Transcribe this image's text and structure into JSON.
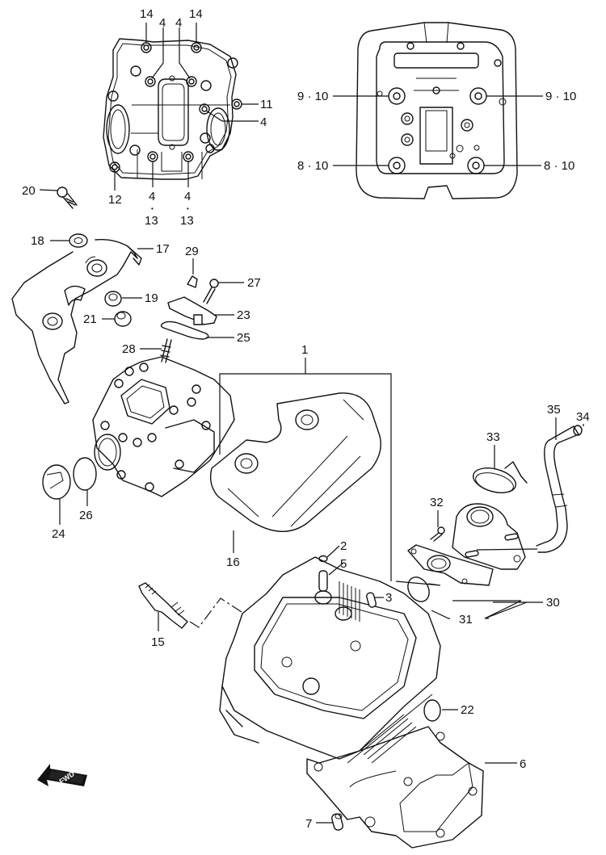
{
  "diagram": {
    "type": "exploded-parts-diagram",
    "subject": "Cylinder head assembly",
    "orientation_marker": {
      "icon": "fwd-arrow-icon",
      "label": "FWD"
    },
    "inset_top_left": {
      "description": "Cylinder head bolt-hole layout (top view)",
      "callouts": [
        "14",
        "14",
        "4",
        "4",
        "11",
        "4",
        "12",
        "4",
        "13",
        "4",
        "13"
      ]
    },
    "inset_top_right": {
      "description": "Cylinder head bolt positions (underside view)",
      "callouts": [
        "9 · 10",
        "9 · 10",
        "8 · 10",
        "8 · 10"
      ]
    },
    "callouts": {
      "c1": "1",
      "c2": "2",
      "c3": "3",
      "c4a": "4",
      "c4b": "4",
      "c4c": "4",
      "c4d": "4",
      "c4e": "4",
      "c5": "5",
      "c6": "6",
      "c7": "7",
      "c8a": "8 · 10",
      "c8b": "8 · 10",
      "c9a": "9 · 10",
      "c9b": "9 · 10",
      "c11": "11",
      "c12": "12",
      "c13a": "13",
      "c13b": "13",
      "c14a": "14",
      "c14b": "14",
      "c15": "15",
      "c16": "16",
      "c17": "17",
      "c18": "18",
      "c19": "19",
      "c20": "20",
      "c21": "21",
      "c22": "22",
      "c23": "23",
      "c24": "24",
      "c25": "25",
      "c26": "26",
      "c27": "27",
      "c28": "28",
      "c29": "29",
      "c30": "30",
      "c31": "31",
      "c32": "32",
      "c33": "33",
      "c34": "34",
      "c35": "35",
      "dot": "•"
    }
  }
}
